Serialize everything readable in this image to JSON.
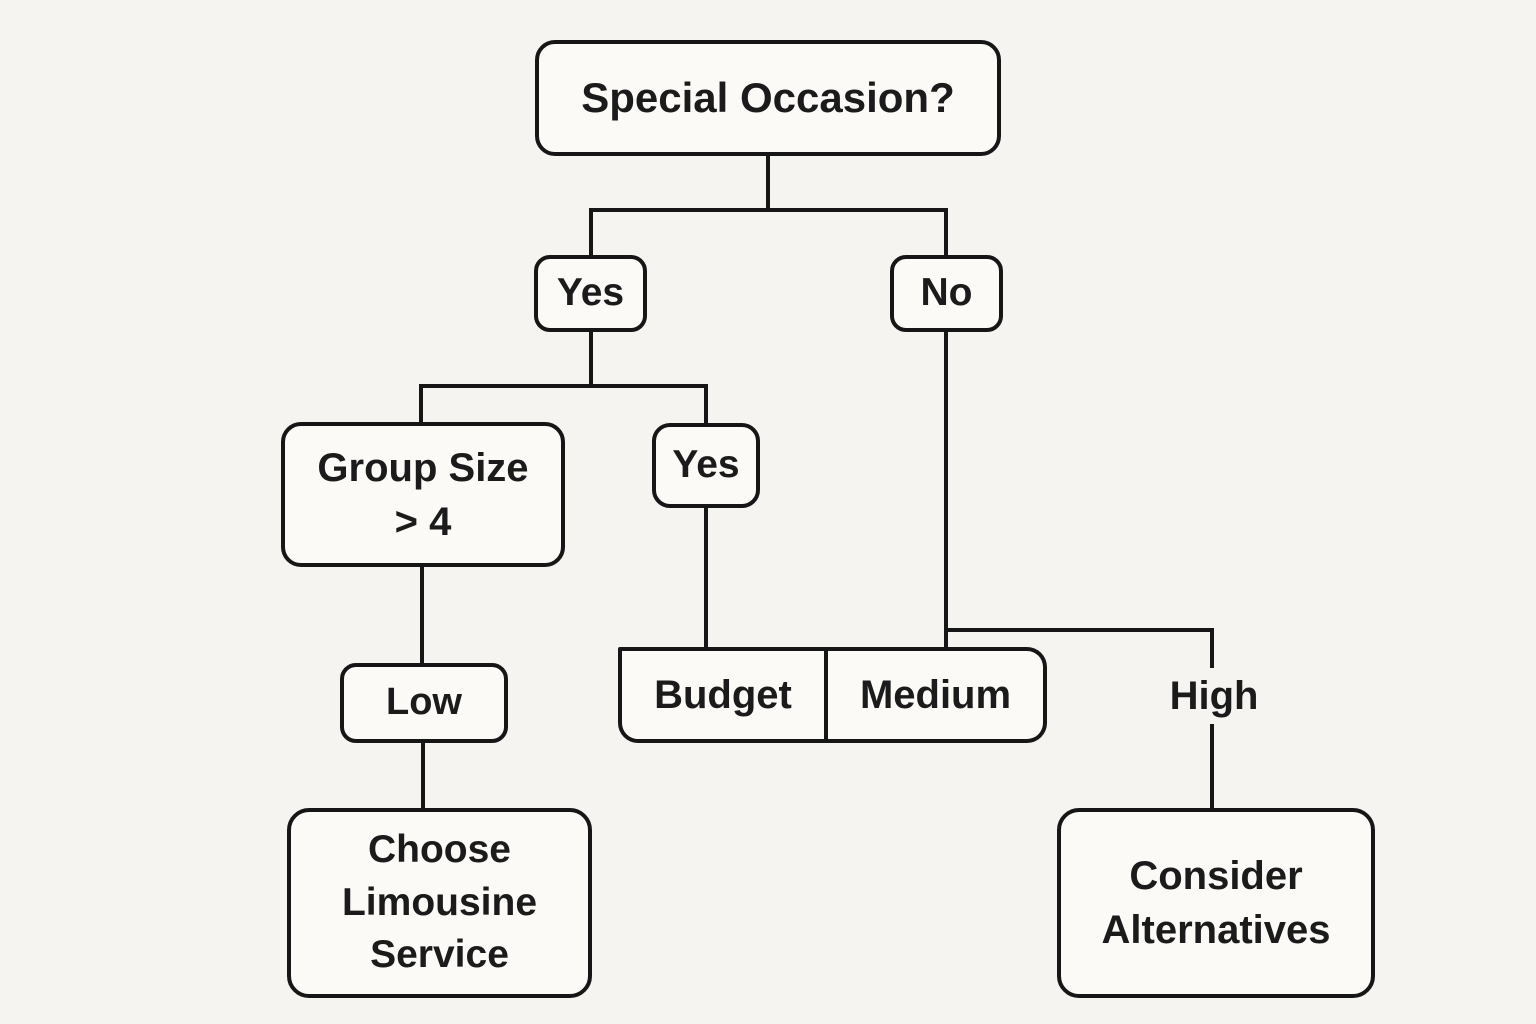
{
  "diagram": {
    "type": "decision-tree-flowchart",
    "nodes": {
      "root": {
        "label": "Special Occasion?"
      },
      "yes_left": {
        "label": "Yes"
      },
      "no_right": {
        "label": "No"
      },
      "group_size": {
        "label": "Group Size\n> 4"
      },
      "yes_inner": {
        "label": "Yes"
      },
      "budget": {
        "label": "Budget"
      },
      "medium": {
        "label": "Medium"
      },
      "high": {
        "label": "High"
      },
      "choose_limo": {
        "label": "Choose\nLimousine\nService"
      },
      "consider_alt": {
        "label": "Consider\nAlternatives"
      }
    },
    "edges": [
      {
        "from": "Special Occasion?",
        "to": "Yes"
      },
      {
        "from": "Special Occasion?",
        "to": "No"
      },
      {
        "from": "Yes",
        "to": "Group Size > 4"
      },
      {
        "from": "Yes",
        "to": "Yes (inner)"
      },
      {
        "from": "Group Size > 4",
        "to": "Low"
      },
      {
        "from": "Low",
        "to": "Choose Limousine Service"
      },
      {
        "from": "Yes (inner)",
        "to": "Budget"
      },
      {
        "from": "No",
        "to": "Medium"
      },
      {
        "from": "No",
        "to": "High"
      },
      {
        "from": "High",
        "to": "Consider Alternatives"
      }
    ],
    "low": {
      "label": "Low"
    },
    "colors": {
      "background": "#f5f4f0",
      "node_fill": "#fbfaf7",
      "line": "#161616",
      "text": "#1b1b1b"
    }
  }
}
